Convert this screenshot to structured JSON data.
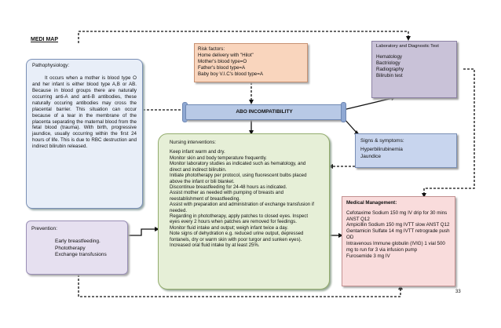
{
  "title": "MEDI MAP",
  "pathophysiology": {
    "heading": "Pathophysiology:",
    "text": "It occurs when a mother is blood type O and her infant is either blood type A,B or AB. Because in blood groups there are naturally occurring anti-A and anti-B antibodies, these naturally occuring antibodies may cross the placental barrier. This situation can occur because of a tear in the membrane of the placenta separating the maternal blood from the fetal blood (trauma). With birth, progressive jaundice, usually occurring within the first 24 hours of life. This is due to RBC destruction and indirect bilirubin released."
  },
  "risk_factors": {
    "heading": "Risk factors:",
    "items": [
      "Home delivery with \"Hilot\"",
      "Mother's blood type=O",
      "Father's blood type=A",
      "Baby boy V.I.C's blood type=A"
    ]
  },
  "lab_tests": {
    "heading": "Laboratory and Diagnostic Test",
    "items": [
      "Hematology",
      "Bactriology",
      "Radiography",
      "Bilirubin test"
    ]
  },
  "center": {
    "label": "ABO INCOMPATIBILITY"
  },
  "signs": {
    "heading": "Signs & symptoms:",
    "items": [
      "Hyperbilirubinemia",
      "Jaundice"
    ]
  },
  "nursing": {
    "heading": "Nursing interventions:",
    "items": [
      "Keep infant warm and dry.",
      "Monitor skin and body temperature frequently.",
      "Monitor laboratory studies as indicated such as hematology, and direct and indirect bilirubin.",
      "Initiate phototherapy per protocol, using fluorescent bulbs placed above the infant or bili blanket.",
      "Discontinue breastfeeding for 24-48 hours as indicated.",
      "Assist mother as needed with pumping of breasts and reestablishment of breastfeeding.",
      "Assist with preparation and administration of exchange transfusion if needed.",
      "Regarding in phototherapy, apply patches to closed eyes. Inspect eyes every 2 hours when patches are removed for feedings.",
      "Monitor fluid intake and output; weigh infant twice a day.",
      "Note signs of dehydration e.g. reduced urine output, depressed fontanels, dry or warm skin with poor turgor and sunken eyes).",
      "Increased oral fluid intake by at least 25%."
    ]
  },
  "prevention": {
    "heading": "Prevention:",
    "items": [
      "Early breastfeeding.",
      "Phototherapy",
      "Exchange transfusions"
    ]
  },
  "medical": {
    "heading": "Medical Management:",
    "items": [
      "Cefotaxime Sodium 150 mg IV drip for 30 mins ANST Q12",
      "Ampicillin Sodium 150 mg IVTT slow ANST Q12",
      "Gentamicin Sulfate 14 mg IVTT retrograde push OD",
      "Intravenous Immune globulin (IVIG) 1 vial 500 mg to run for 3 via infusion pump",
      "Furosemide 3 mg IV"
    ]
  },
  "page_number": "33"
}
